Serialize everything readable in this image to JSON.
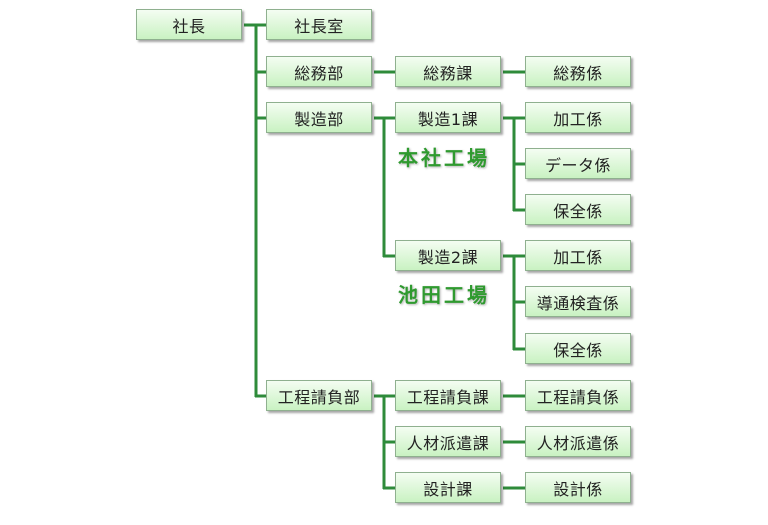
{
  "president": "社長",
  "dept_level": [
    "社長室",
    "総務部",
    "製造部",
    "工程請負部"
  ],
  "section_level": [
    "総務課",
    "製造1課",
    "製造2課",
    "工程請負課",
    "人材派遣課",
    "設計課"
  ],
  "unit_level": [
    "総務係",
    "加工係",
    "データ係",
    "保全係",
    "加工係",
    "導通検査係",
    "保全係",
    "工程請負係",
    "人材派遣係",
    "設計係"
  ],
  "sites": [
    "本社工場",
    "池田工場"
  ],
  "colors": {
    "line": "#2e8b3a",
    "site_label": "#2f9a2f",
    "box_top": "#f4fdf2",
    "box_bottom": "#c9f2c2"
  }
}
